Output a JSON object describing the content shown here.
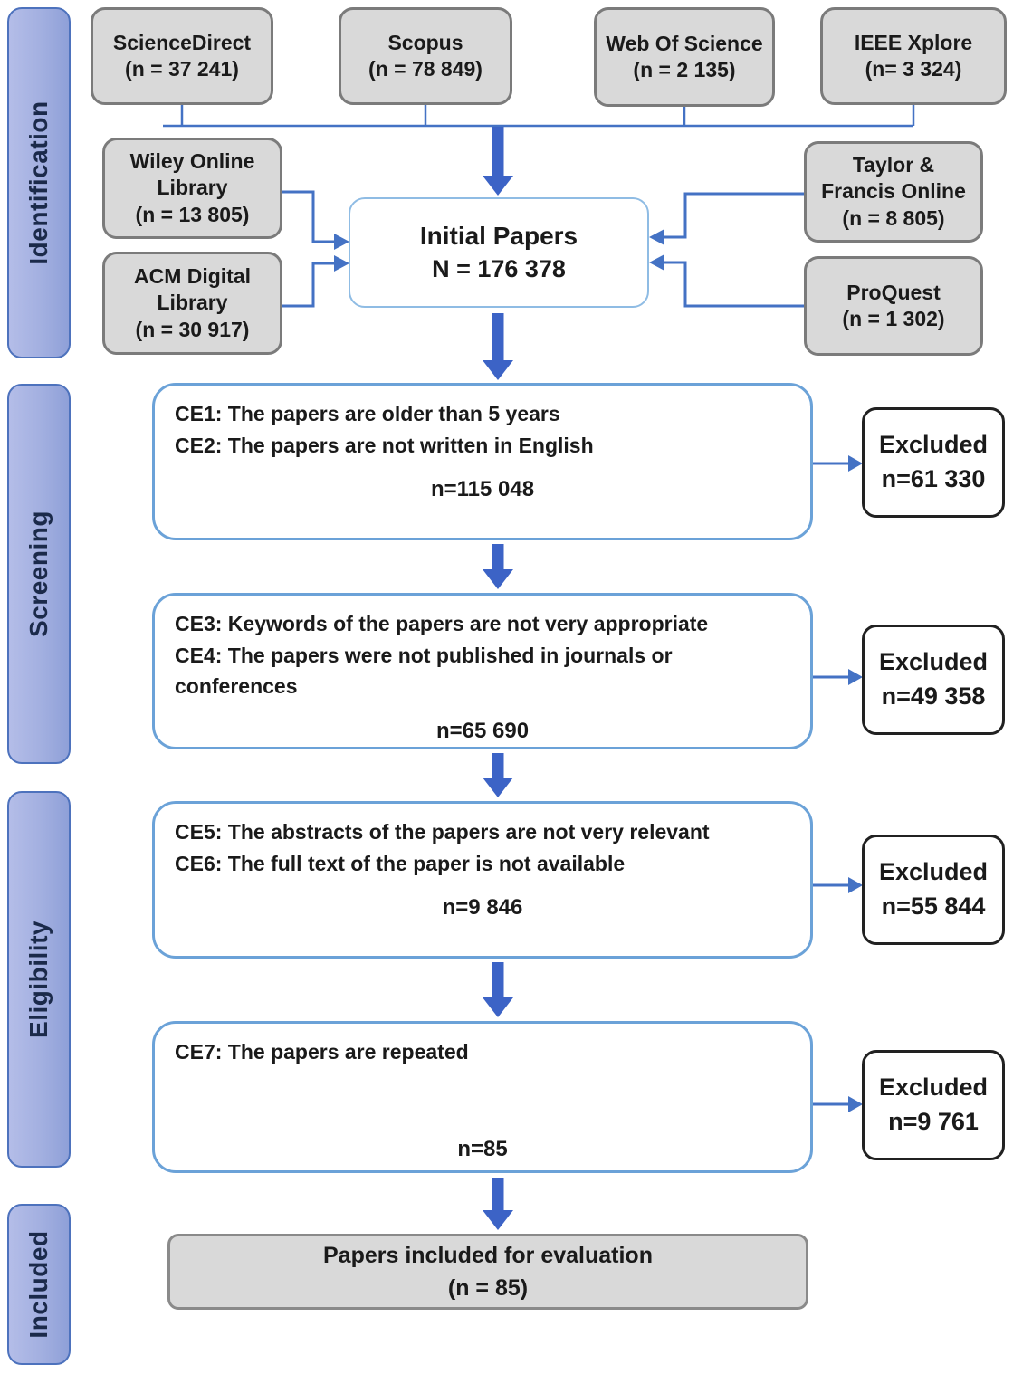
{
  "stages": [
    {
      "label": "Identification"
    },
    {
      "label": "Screening"
    },
    {
      "label": "Eligibility"
    },
    {
      "label": "Included"
    }
  ],
  "top_sources": [
    {
      "name": "ScienceDirect",
      "count": "(n = 37 241)"
    },
    {
      "name": "Scopus",
      "count": "(n = 78 849)"
    },
    {
      "name": "Web Of Science",
      "count": "(n = 2 135)"
    },
    {
      "name": "IEEE Xplore",
      "count": "(n= 3 324)"
    }
  ],
  "left_sources": [
    {
      "name": "Wiley Online Library",
      "count": "(n = 13 805)"
    },
    {
      "name": "ACM Digital Library",
      "count": "(n = 30 917)"
    }
  ],
  "right_sources": [
    {
      "name": "Taylor & Francis Online",
      "count": "(n = 8 805)"
    },
    {
      "name": "ProQuest",
      "count": "(n = 1 302)"
    }
  ],
  "initial_papers": {
    "title": "Initial Papers",
    "count": "N = 176 378"
  },
  "steps": [
    {
      "lines": [
        "CE1: The papers are older than 5 years",
        "CE2: The papers are not written in English"
      ],
      "n": "n=115 048",
      "excluded_label": "Excluded",
      "excluded_n": "n=61 330"
    },
    {
      "lines": [
        "CE3: Keywords of the papers are not very appropriate",
        "CE4: The papers were not published in journals or conferences"
      ],
      "n": "n=65 690",
      "excluded_label": "Excluded",
      "excluded_n": "n=49 358"
    },
    {
      "lines": [
        "CE5: The abstracts of the papers are not very relevant",
        "CE6: The full text of the paper is not available"
      ],
      "n": "n=9 846",
      "excluded_label": "Excluded",
      "excluded_n": "n=55 844"
    },
    {
      "lines": [
        "CE7: The papers are repeated"
      ],
      "n": "n=85",
      "excluded_label": "Excluded",
      "excluded_n": "n=9 761"
    }
  ],
  "included_box": {
    "title": "Papers included for evaluation",
    "count": "(n = 85)"
  },
  "colors": {
    "connector_blue": "#4472C4",
    "arrow_blue": "#3C63C6",
    "gray_box_fill": "#D9D9D9",
    "gray_box_border": "#7B7B7B",
    "white_box_border": "#6BA2D8",
    "initial_box_border": "#8FBCE4",
    "excluded_border": "#212121",
    "stage_fill": "#A2AFE0",
    "stage_border": "#4D72BD"
  }
}
